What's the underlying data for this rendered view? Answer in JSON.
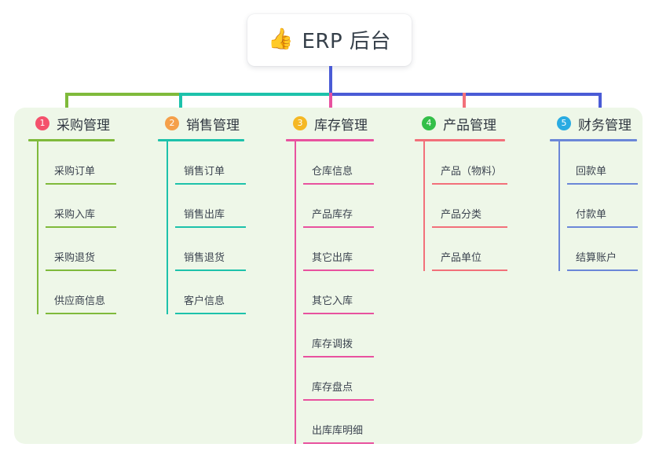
{
  "diagram": {
    "type": "mind-map",
    "root": {
      "label": "ERP 后台",
      "emoji": "👍",
      "emoji_name": "thumbs-up-emoji"
    },
    "colors": {
      "panel_background": "#eef7e8",
      "page_background": "#ffffff",
      "root_text": "#36404a",
      "trunk_left": "#7fba3b",
      "trunk_mid": "#1dc2ab",
      "trunk_right": "#4a5bd6"
    },
    "branches": [
      {
        "index": "1",
        "title": "采购管理",
        "badge_color": "#f4516c",
        "line_color": "#7fba3b",
        "items": [
          "采购订单",
          "采购入库",
          "采购退货",
          "供应商信息"
        ]
      },
      {
        "index": "2",
        "title": "销售管理",
        "badge_color": "#f5a04a",
        "line_color": "#1dc2ab",
        "items": [
          "销售订单",
          "销售出库",
          "销售退货",
          "客户信息"
        ]
      },
      {
        "index": "3",
        "title": "库存管理",
        "badge_color": "#f5b824",
        "line_color": "#e8529f",
        "items": [
          "仓库信息",
          "产品库存",
          "其它出库",
          "其它入库",
          "库存调拨",
          "库存盘点",
          "出库库明细"
        ]
      },
      {
        "index": "4",
        "title": "产品管理",
        "badge_color": "#34bf49",
        "line_color": "#f2707a",
        "items": [
          "产品（物料）",
          "产品分类",
          "产品单位"
        ]
      },
      {
        "index": "5",
        "title": "财务管理",
        "badge_color": "#29abe2",
        "line_color": "#6b87d8",
        "items": [
          "回款单",
          "付款单",
          "结算账户"
        ]
      }
    ]
  }
}
